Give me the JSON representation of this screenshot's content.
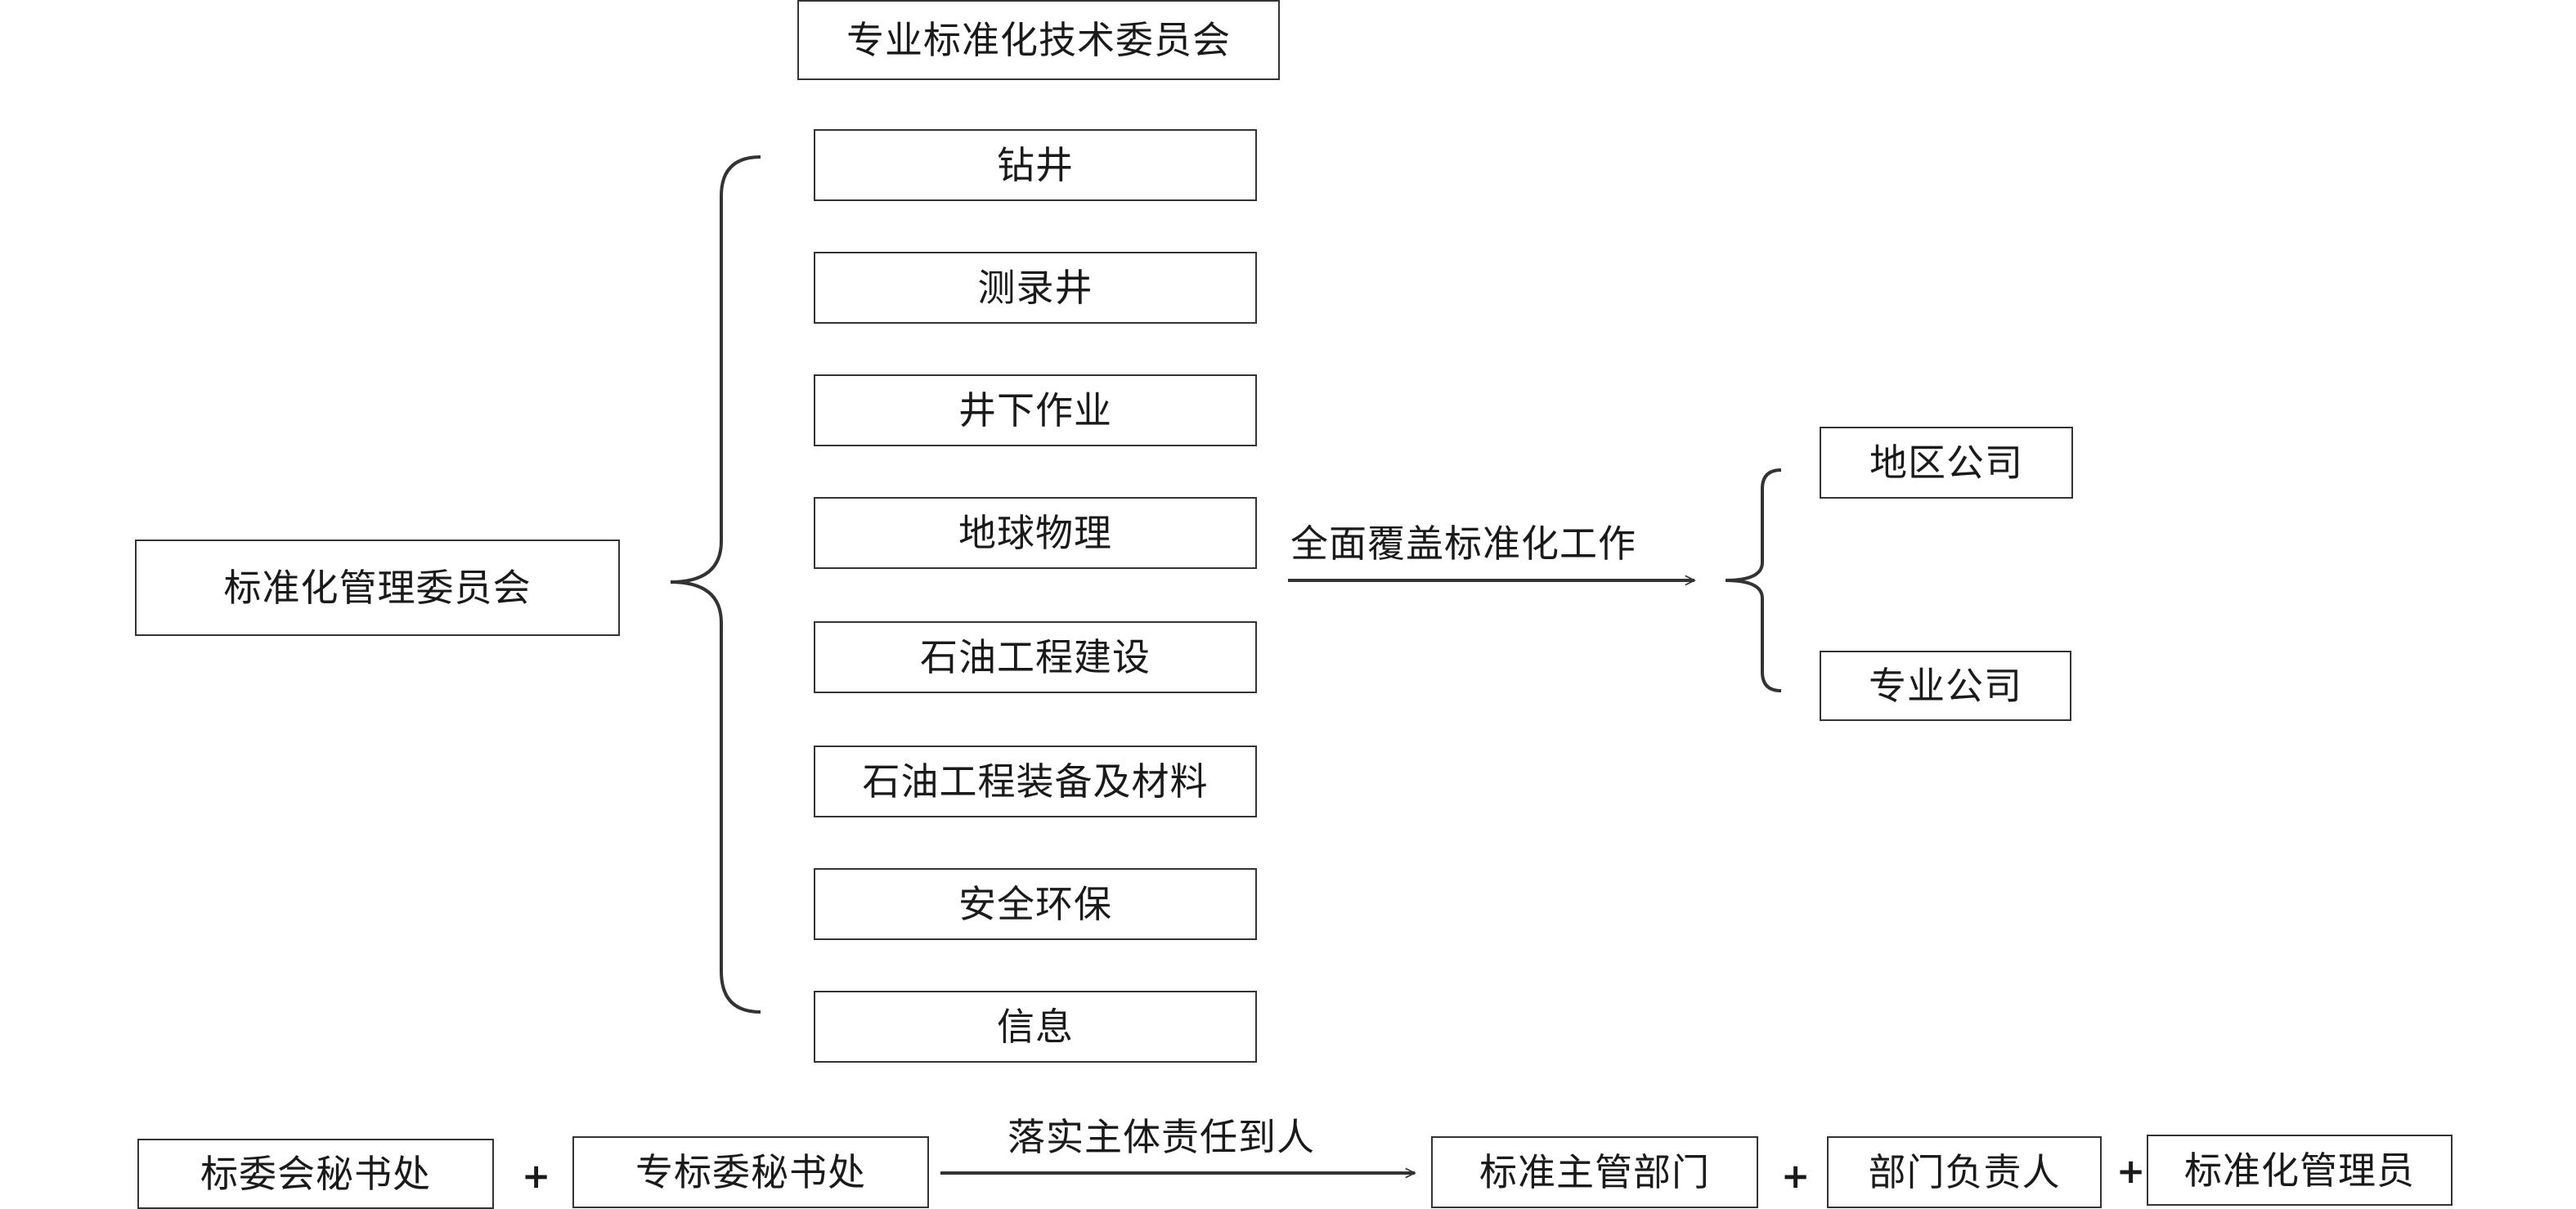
{
  "top_committee": "专业标准化技术委员会",
  "main_committee": "标准化管理委员会",
  "specialties": [
    "钻井",
    "测录井",
    "井下作业",
    "地球物理",
    "石油工程建设",
    "石油工程装备及材料",
    "安全环保",
    "信息"
  ],
  "coverage_label": "全面覆盖标准化工作",
  "companies": [
    "地区公司",
    "专业公司"
  ],
  "bottom_row": {
    "secretariat_main": "标委会秘书处",
    "secretariat_special": "专标委秘书处",
    "responsibility_label": "落实主体责任到人",
    "dept_in_charge": "标准主管部门",
    "dept_head": "部门负责人",
    "std_admin": "标准化管理员",
    "plus_symbol": "+"
  }
}
